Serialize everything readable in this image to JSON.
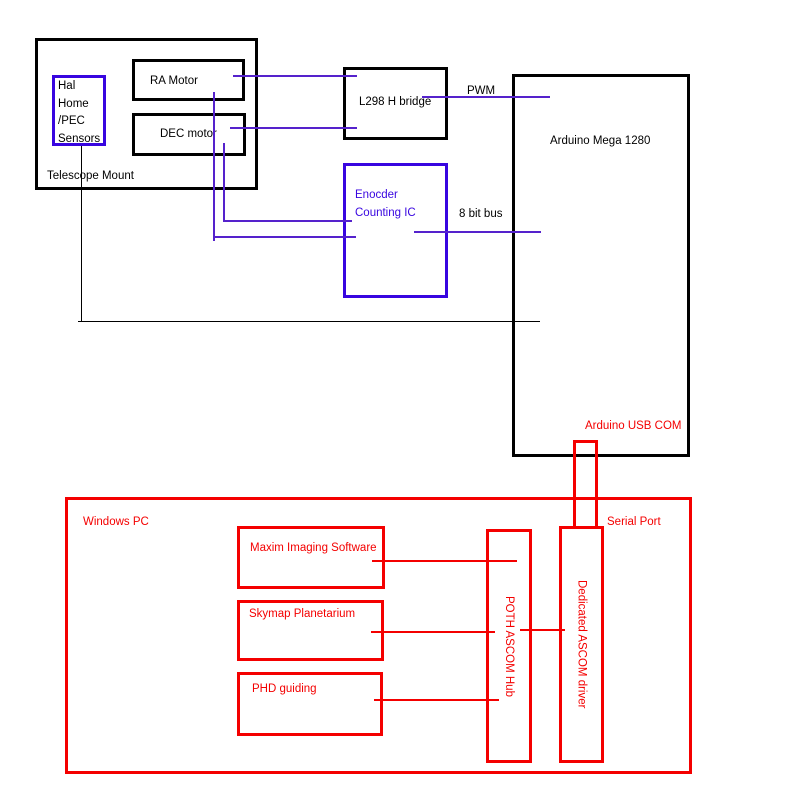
{
  "colors": {
    "black": "#000000",
    "purple_box": "#3805e0",
    "purple_wire": "#5522cc",
    "red": "#f40000"
  },
  "telescope_mount": {
    "label": "Telescope Mount",
    "hal_sensors": {
      "line1": "Hal",
      "line2": "Home",
      "line3": "/PEC",
      "line4": "Sensors"
    },
    "ra_motor": "RA Motor",
    "dec_motor": "DEC motor"
  },
  "electronics": {
    "l298": "L298 H bridge",
    "encoder": "Enocder Counting IC",
    "arduino": "Arduino Mega 1280"
  },
  "wire_labels": {
    "pwm": "PWM",
    "bus": "8 bit bus",
    "usb": "Arduino USB COM",
    "serial": "Serial Port"
  },
  "windows_pc": {
    "label": "Windows PC",
    "maxim": "Maxim Imaging Software",
    "skymap": "Skymap Planetarium",
    "phd": "PHD guiding",
    "poth": "POTH ASCOM Hub",
    "ascom_driver": "Dedicated ASCOM driver"
  },
  "connections": [
    {
      "from": "RA Motor",
      "to": "L298 H bridge",
      "label": ""
    },
    {
      "from": "DEC motor",
      "to": "L298 H bridge",
      "label": ""
    },
    {
      "from": "L298 H bridge",
      "to": "Arduino Mega 1280",
      "label": "PWM"
    },
    {
      "from": "RA Motor",
      "to": "Enocder Counting IC",
      "label": ""
    },
    {
      "from": "DEC motor",
      "to": "Enocder Counting IC",
      "label": ""
    },
    {
      "from": "Enocder Counting IC",
      "to": "Arduino Mega 1280",
      "label": "8 bit bus"
    },
    {
      "from": "Hal Home /PEC Sensors",
      "to": "Arduino Mega 1280",
      "label": ""
    },
    {
      "from": "Arduino Mega 1280",
      "to": "Dedicated ASCOM driver",
      "label": "Arduino USB COM / Serial Port"
    },
    {
      "from": "Maxim Imaging Software",
      "to": "POTH ASCOM Hub",
      "label": ""
    },
    {
      "from": "Skymap Planetarium",
      "to": "POTH ASCOM Hub",
      "label": ""
    },
    {
      "from": "PHD guiding",
      "to": "POTH ASCOM Hub",
      "label": ""
    },
    {
      "from": "POTH ASCOM Hub",
      "to": "Dedicated ASCOM driver",
      "label": ""
    }
  ]
}
